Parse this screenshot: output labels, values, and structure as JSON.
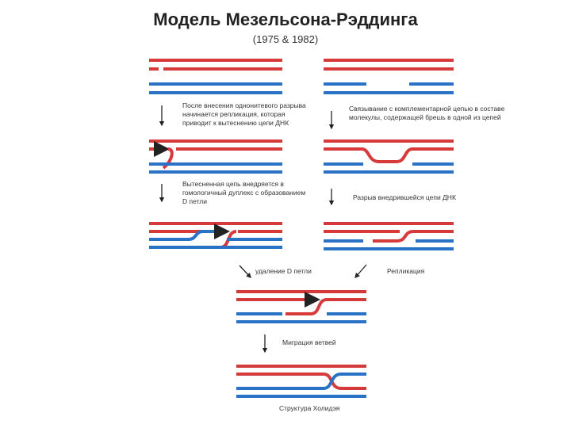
{
  "title": "Модель Мезельсона-Рэддинга",
  "subtitle": "(1975 & 1982)",
  "colors": {
    "top_strand": "#d63a3a",
    "bottom_strand": "#2a72c6",
    "arrow": "#222222"
  },
  "captions": {
    "step1": "После внесения однонитевого разрыва начинается репликация, которая приводит к вытеснению цепи ДНК",
    "step2": "Вытесненная цепь внедряется в гомологичный дуплекс с образованием D петли",
    "step3": "Связывание с комплементарной цепью в составе молекулы, содержащей брешь в одной из цепей",
    "step4": "Разрыв внедрившейся цепи ДНК",
    "d_loop_removal": "удаление D петли",
    "replication": "Репликация",
    "branch_migration": "Миграция ветвей",
    "holliday": "Структура Холидэя"
  }
}
